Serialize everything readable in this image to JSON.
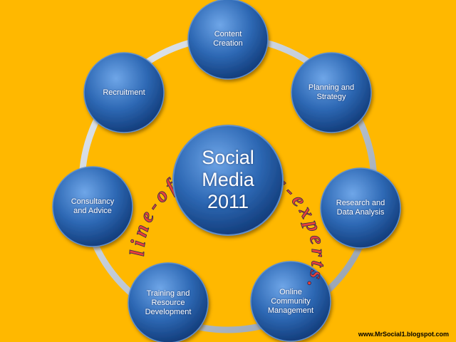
{
  "center": {
    "label": "Social\nMedia\n2011"
  },
  "ring_text": "line-of-business-experts.",
  "nodes": [
    {
      "id": "content-creation",
      "label": "Content\nCreation"
    },
    {
      "id": "planning-strategy",
      "label": "Planning and\nStrategy"
    },
    {
      "id": "research-data-analysis",
      "label": "Research and\nData Analysis"
    },
    {
      "id": "online-community-management",
      "label": "Online\nCommunity\nManagement"
    },
    {
      "id": "training-resource-development",
      "label": "Training and\nResource\nDevelopment"
    },
    {
      "id": "consultancy-advice",
      "label": "Consultancy\nand Advice"
    },
    {
      "id": "recruitment",
      "label": "Recruitment"
    }
  ],
  "footer": {
    "url": "www.MrSocial1.blogspot.com"
  },
  "colors": {
    "background": "#FFB800",
    "node_fill": "#2E69B5",
    "node_dark": "#123C7A",
    "ring": "#BFC8D3",
    "ring_text_fill": "#E8403A",
    "ring_text_stroke": "#2A2A55"
  }
}
